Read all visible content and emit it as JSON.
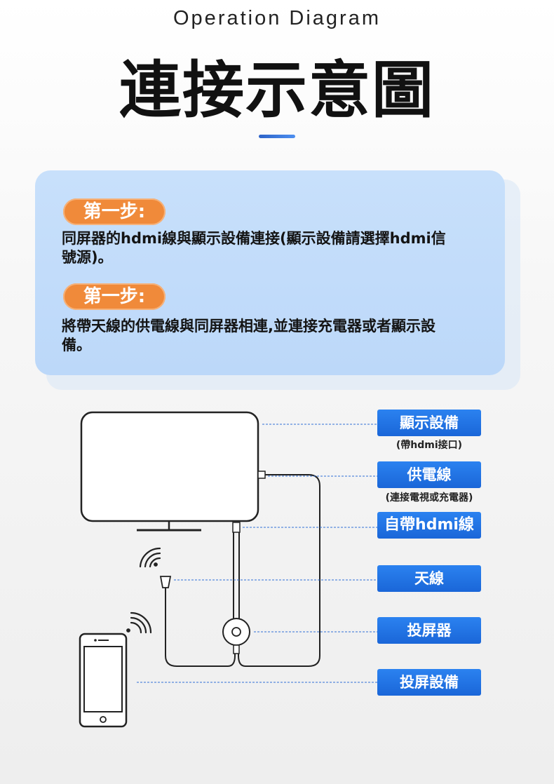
{
  "header": {
    "subtitle_en": "Operation Diagram",
    "title_zh": "連接示意圖"
  },
  "steps": [
    {
      "badge": "第一步:",
      "text": "同屏器的hdmi線與顯示設備連接(顯示設備請選擇hdmi信號源)。"
    },
    {
      "badge": "第一步:",
      "text": "將帶天線的供電線與同屏器相連,並連接充電器或者顯示設備。"
    }
  ],
  "labels": [
    {
      "title": "顯示設備",
      "sub": "(帶hdmi接口)"
    },
    {
      "title": "供電線",
      "sub": "(連接電視或充電器)"
    },
    {
      "title": "自帶hdmi線",
      "sub": ""
    },
    {
      "title": "天線",
      "sub": ""
    },
    {
      "title": "投屏器",
      "sub": ""
    },
    {
      "title": "投屏設備",
      "sub": ""
    }
  ],
  "colors": {
    "accent_blue": "#1f6fe0",
    "badge_orange": "#f08a3a",
    "card_blue": "#c4ddfa",
    "line_dark": "#222222"
  }
}
